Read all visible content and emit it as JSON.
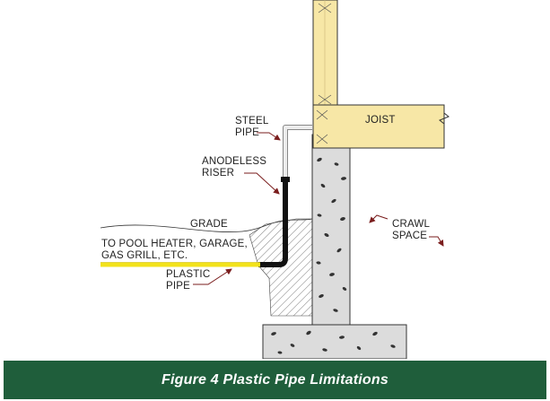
{
  "labels": {
    "steel_pipe_1": "STEEL",
    "steel_pipe_2": "PIPE",
    "anodeless_riser_1": "ANODELESS",
    "anodeless_riser_2": "RISER",
    "grade": "GRADE",
    "pool_1": "TO POOL HEATER, GARAGE,",
    "pool_2": "GAS GRILL, ETC.",
    "plastic_pipe_1": "PLASTIC",
    "plastic_pipe_2": "PIPE",
    "joist": "JOIST",
    "crawl_space_1": "CRAWL",
    "crawl_space_2": "SPACE"
  },
  "caption": "Figure 4  Plastic Pipe Limitations",
  "colors": {
    "wood": "#f7e7a6",
    "concrete": "#dcdcdc",
    "plastic_pipe": "#f2e21b",
    "riser": "#111111",
    "steel_pipe": "#e6e6e6",
    "leader_arrow": "#7a1d1d",
    "caption_bar": "#1f5e3b"
  }
}
